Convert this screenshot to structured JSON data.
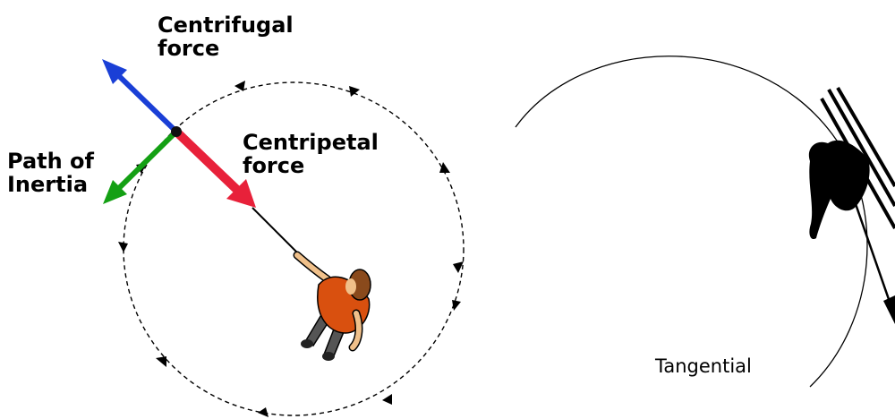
{
  "labels": {
    "centrifugal_line1": "Centrifugal",
    "centrifugal_line2": "force",
    "centripetal_line1": "Centripetal",
    "centripetal_line2": "force",
    "inertia_line1": "Path of",
    "inertia_line2": "Inertia",
    "tangential": "Tangential"
  },
  "colors": {
    "centrifugal_arrow": "#1a3fd6",
    "centripetal_arrow": "#e8213a",
    "inertia_arrow": "#14a014",
    "shirt": "#d9500f",
    "hair": "#8a4a1c",
    "skin": "#f0c08a",
    "pants": "#555555"
  },
  "icons": {
    "person": "person-swinging-ball-icon",
    "ball": "ball-icon",
    "rider": "rider-silhouette-icon"
  }
}
